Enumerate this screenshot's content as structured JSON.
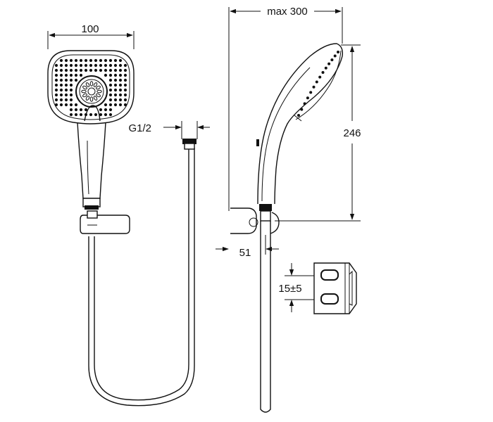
{
  "dimensions": {
    "head_width": "100",
    "thread": "G1/2",
    "max_length": "max 300",
    "height": "246",
    "wall_offset": "51",
    "adjust_range": "15±5"
  }
}
